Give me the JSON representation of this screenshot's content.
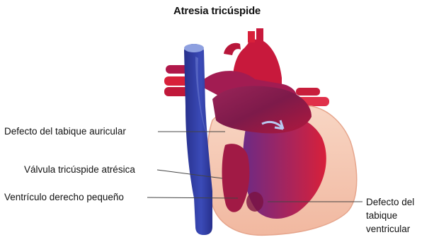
{
  "diagram": {
    "title": "Atresia tricúspide",
    "labels": {
      "atrial_septal_defect": "Defecto del tabique auricular",
      "atretic_tricuspid_valve": "Válvula tricúspide atrésica",
      "small_right_ventricle": "Ventrículo derecho pequeño",
      "ventricular_septal_defect_line1": "Defecto del",
      "ventricular_septal_defect_line2": "tabique",
      "ventricular_septal_defect_line3": "ventricular"
    },
    "colors": {
      "deoxygenated_blue": "#2e3b9e",
      "oxygenated_red": "#d8203a",
      "mixed_purple": "#8a1f4f",
      "muscle_wall": "#f6c9b4"
    }
  }
}
